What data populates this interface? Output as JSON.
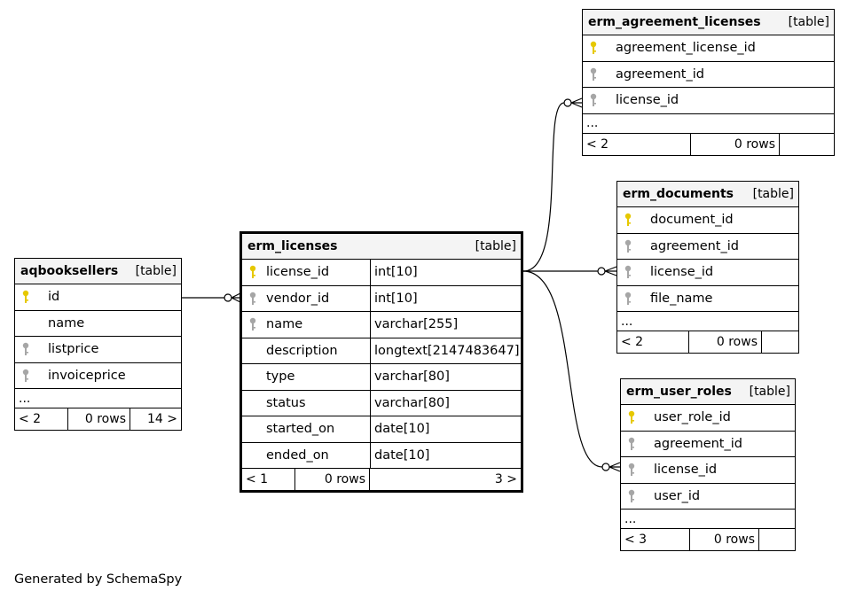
{
  "footer": "Generated by SchemaSpy",
  "colors": {
    "primary_key": "#e6c800",
    "foreign_key": "#a6a6a6",
    "header_bg": "#f4f4f4"
  },
  "tables": {
    "aqbooksellers": {
      "name": "aqbooksellers",
      "kind": "[table]",
      "columns": [
        {
          "name": "id",
          "key": "primary"
        },
        {
          "name": "name",
          "key": "none"
        },
        {
          "name": "listprice",
          "key": "foreign"
        },
        {
          "name": "invoiceprice",
          "key": "foreign"
        }
      ],
      "more": "...",
      "footer": {
        "parents": "< 2",
        "rows": "0 rows",
        "children": "14 >"
      }
    },
    "erm_licenses": {
      "name": "erm_licenses",
      "kind": "[table]",
      "columns": [
        {
          "name": "license_id",
          "type": "int[10]",
          "key": "primary"
        },
        {
          "name": "vendor_id",
          "type": "int[10]",
          "key": "foreign"
        },
        {
          "name": "name",
          "type": "varchar[255]",
          "key": "foreign"
        },
        {
          "name": "description",
          "type": "longtext[2147483647]",
          "key": "none"
        },
        {
          "name": "type",
          "type": "varchar[80]",
          "key": "none"
        },
        {
          "name": "status",
          "type": "varchar[80]",
          "key": "none"
        },
        {
          "name": "started_on",
          "type": "date[10]",
          "key": "none"
        },
        {
          "name": "ended_on",
          "type": "date[10]",
          "key": "none"
        }
      ],
      "footer": {
        "parents": "< 1",
        "rows": "0 rows",
        "children": "3 >"
      }
    },
    "erm_agreement_licenses": {
      "name": "erm_agreement_licenses",
      "kind": "[table]",
      "columns": [
        {
          "name": "agreement_license_id",
          "key": "primary"
        },
        {
          "name": "agreement_id",
          "key": "foreign"
        },
        {
          "name": "license_id",
          "key": "foreign"
        }
      ],
      "more": "...",
      "footer": {
        "parents": "< 2",
        "rows": "0 rows",
        "children": ""
      }
    },
    "erm_documents": {
      "name": "erm_documents",
      "kind": "[table]",
      "columns": [
        {
          "name": "document_id",
          "key": "primary"
        },
        {
          "name": "agreement_id",
          "key": "foreign"
        },
        {
          "name": "license_id",
          "key": "foreign"
        },
        {
          "name": "file_name",
          "key": "foreign"
        }
      ],
      "more": "...",
      "footer": {
        "parents": "< 2",
        "rows": "0 rows",
        "children": ""
      }
    },
    "erm_user_roles": {
      "name": "erm_user_roles",
      "kind": "[table]",
      "columns": [
        {
          "name": "user_role_id",
          "key": "primary"
        },
        {
          "name": "agreement_id",
          "key": "foreign"
        },
        {
          "name": "license_id",
          "key": "foreign"
        },
        {
          "name": "user_id",
          "key": "foreign"
        }
      ],
      "more": "...",
      "footer": {
        "parents": "< 3",
        "rows": "0 rows",
        "children": ""
      }
    }
  }
}
